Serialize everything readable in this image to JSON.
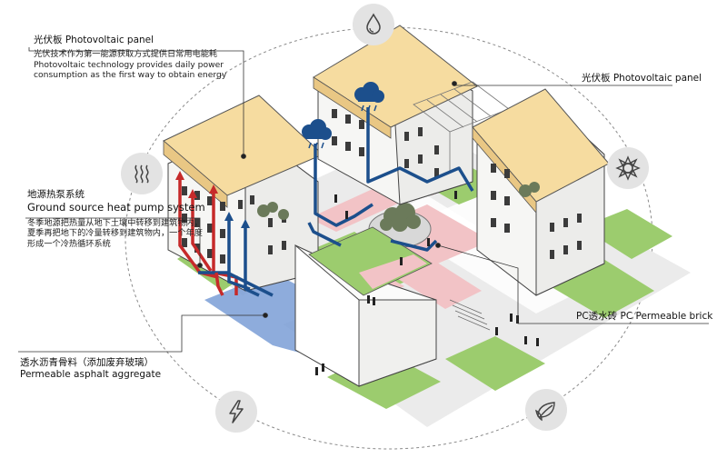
{
  "annotations": {
    "pv_top": {
      "title": "光伏板 Photovoltaic panel",
      "body_cn": "光伏技术作为第一能源获取方式提供日常用电能耗",
      "body_en_1": "Photovoltaic technology provides daily power",
      "body_en_2": "consumption as the first way to obtain energy"
    },
    "pv_right": {
      "title": "光伏板 Photovoltaic panel"
    },
    "heat_pump": {
      "title_cn": "地源热泵系统",
      "title_en": "Ground source heat pump system",
      "body_1": "冬季地源把热量从地下土壤中转移到建筑物内，",
      "body_2": "夏季再把地下的冷量转移到建筑物内，一个年度",
      "body_3": "形成一个冷热循环系统"
    },
    "pc_brick": {
      "title": "PC透水砖 PC Permeable brick"
    },
    "asphalt": {
      "title_cn": "透水沥青骨料（添加废弃玻璃）",
      "title_en": "Permeable asphalt aggregate"
    }
  },
  "icons": [
    "water-drop-icon",
    "heat-waves-icon",
    "sun-icon",
    "lightning-icon",
    "leaf-icon"
  ],
  "colors": {
    "roof": "#f6dca0",
    "wall": "#f6f6f4",
    "grass": "#9ccc6e",
    "pink_path": "#f2c3c6",
    "blue_water": "#1c4f8c",
    "red_pipe": "#c62a2a",
    "blue_pavement": "#7a9ed6",
    "icon_bg": "#e3e3e3"
  }
}
